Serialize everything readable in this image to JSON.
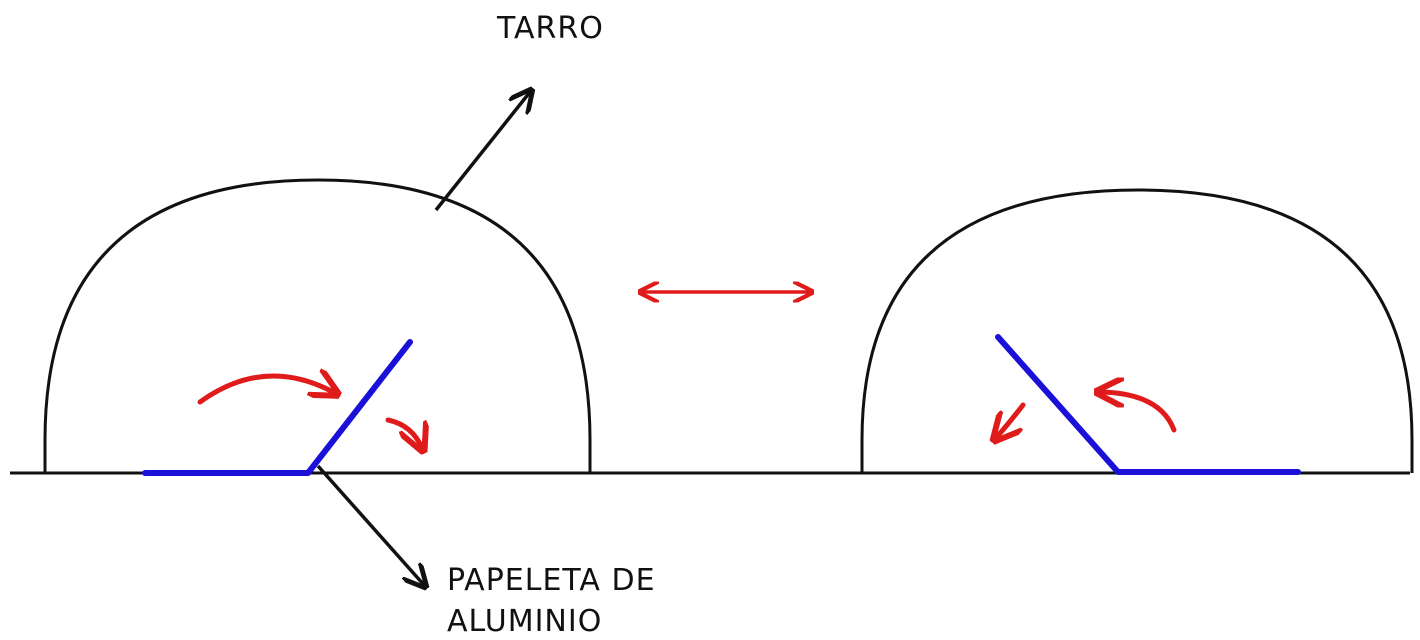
{
  "labels": {
    "jar": "TARRO",
    "foil_line1": "PAPELETA DE",
    "foil_line2": "ALUMINIO"
  },
  "colors": {
    "outline": "#111111",
    "foil": "#1a10d8",
    "motion": "#e01b1b",
    "background": "#ffffff"
  }
}
